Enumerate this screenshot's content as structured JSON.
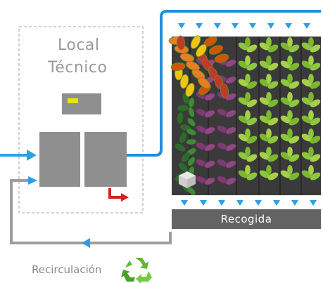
{
  "room_label": [
    "Local",
    "Técnico"
  ],
  "collector_label": "Recogida",
  "recirculation_label": "Recirculación",
  "colors": {
    "pipe_blue": "#1f8fe0",
    "arrow_blue": "#2aa0e8",
    "return_pipe": "#9e9e9e",
    "panel": "#3a3a3a",
    "collector": "#636363",
    "tank": "#8f8f8f",
    "indicator": "#e6e600",
    "drain_arrow": "#d62020",
    "recycle_green": "#5fb832"
  },
  "icons": [
    "recycle-icon",
    "drain-arrow-icon",
    "flow-arrow-icon"
  ]
}
